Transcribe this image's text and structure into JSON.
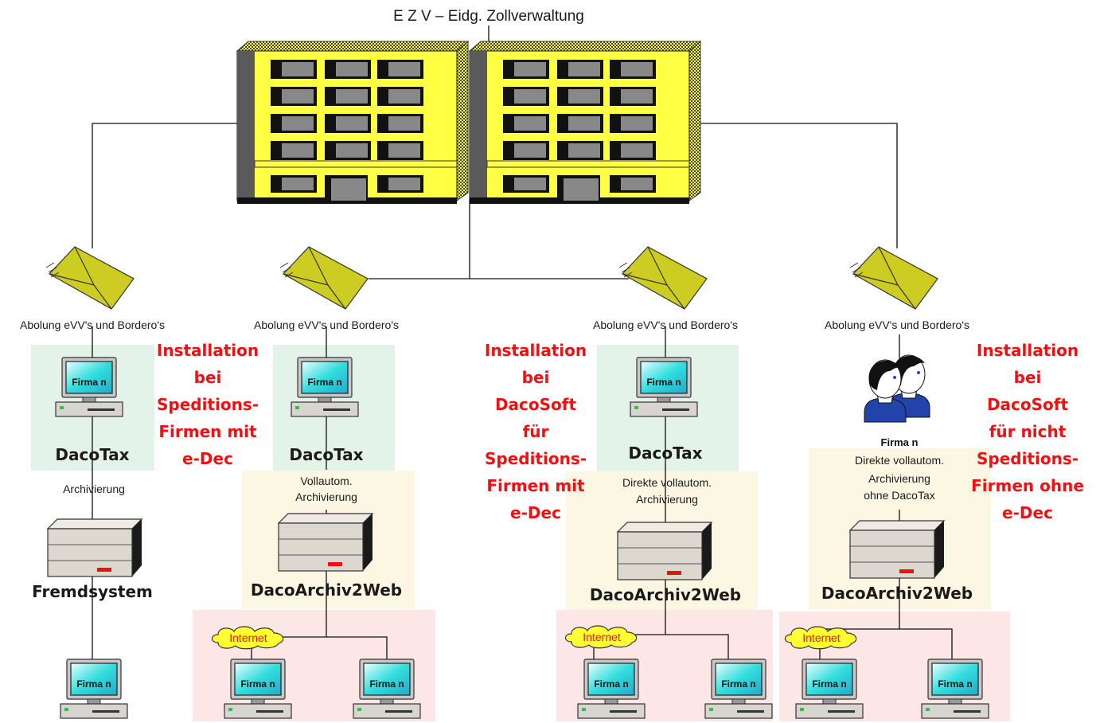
{
  "title": "E Z V – Eidg. Zollverwaltung",
  "mail_label": "Abolung eVV's und Bordero's",
  "workstation_label": "Firma n",
  "internet_label": "Internet",
  "columns": {
    "col1": {
      "product": "DacoTax",
      "archive_label": "Archivierung",
      "server_name": "Fremdsystem",
      "note": [
        "Installation",
        "bei",
        "Speditions-",
        "Firmen mit",
        "e-Dec"
      ]
    },
    "col2": {
      "product": "DacoTax",
      "archive_label": [
        "Vollautom.",
        "Archivierung"
      ],
      "server_name": "DacoArchiv2Web"
    },
    "col3": {
      "product": "DacoTax",
      "archive_label": [
        "Direkte vollautom.",
        "Archivierung"
      ],
      "server_name": "DacoArchiv2Web",
      "note": [
        "Installation",
        "bei",
        "DacoSoft",
        "für",
        "Speditions-",
        "Firmen mit",
        "e-Dec"
      ]
    },
    "col4": {
      "person_label": "Firma n",
      "archive_label": [
        "Direkte vollautom.",
        "Archivierung",
        "ohne DacoTax"
      ],
      "server_name": "DacoArchiv2Web",
      "note": [
        "Installation",
        "bei",
        "DacoSoft",
        "für nicht",
        "Speditions-",
        "Firmen ohne",
        "e-Dec"
      ]
    }
  },
  "colors": {
    "building_yellow": "#ffff44",
    "envelope": "#cccc22",
    "zone_green": "#e4f3e9",
    "zone_cream": "#fcf7e2",
    "zone_pink": "#fde6e6",
    "annotation_red": "#ee1111",
    "screen_cyan": "#33dddd"
  },
  "icons": [
    "building-icon",
    "envelope-icon",
    "workstation-icon",
    "server-icon",
    "cloud-icon",
    "people-icon"
  ]
}
